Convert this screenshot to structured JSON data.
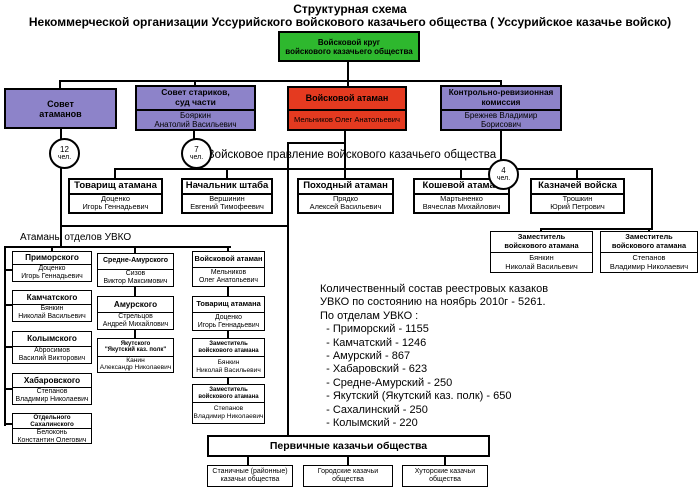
{
  "title": {
    "line1": "Структурная схема",
    "line2": "Некоммерческой организации Уссурийского войскового казачьего общества ( Уссурийское казачье войско)"
  },
  "colors": {
    "green": "#2eb82e",
    "purple": "#8d83c9",
    "red": "#e43a20"
  },
  "top_box": {
    "label": "Войсковой круг\nвойскового казачьего общества"
  },
  "councils": {
    "atamans_council": {
      "label": "Совет\nатаманов",
      "count": "12",
      "unit": "чел."
    },
    "elders_council": {
      "header": "Совет стариков,\nсуд части",
      "name": "Бояркин\nАнатолий Васильевич",
      "count": "7",
      "unit": "чел."
    },
    "war_ataman": {
      "header": "Войсковой атаман",
      "name": "Мельников Олег Анатольевич"
    },
    "audit_commission": {
      "header": "Контрольно-ревизионная\nкомиссия",
      "name": "Брежнев Владимир\nБорисович",
      "count": "4",
      "unit": "чел."
    }
  },
  "board": {
    "label": "Войсковое правление войскового казачьего общества",
    "members": [
      {
        "header": "Товарищ атамана",
        "name": "Доценко\nИгорь Геннадьевич"
      },
      {
        "header": "Начальник штаба",
        "name": "Вершинин\nЕвгений Тимофеевич"
      },
      {
        "header": "Походный атаман",
        "name": "Прядко\nАлексей Васильевич"
      },
      {
        "header": "Кошевой атаман",
        "name": "Мартыненко\nВячеслав Михайлович"
      },
      {
        "header": "Казначей войска",
        "name": "Трошкин\nЮрий Петрович"
      }
    ],
    "deputies": [
      {
        "header": "Заместитель\nвойскового атамана",
        "name": "Бянкин\nНиколай Васильевич"
      },
      {
        "header": "Заместитель\nвойскового атамана",
        "name": "Степанов\nВладимир Николаевич"
      }
    ]
  },
  "districts": {
    "label": "Атаманы отделов УВКО",
    "column1": [
      {
        "header": "Приморского",
        "name": "Доценко\nИгорь Геннадьевич"
      },
      {
        "header": "Камчатского",
        "name": "Бянкин\nНиколай Васильевич"
      },
      {
        "header": "Колымского",
        "name": "Абросимов\nВасилий Викторович"
      },
      {
        "header": "Хабаровского",
        "name": "Степанов\nВладимир Николаевич"
      },
      {
        "header": "Отдельного Сахалинского",
        "name": "Белоконь\nКонстантин Олегович"
      }
    ],
    "column2": [
      {
        "header": "Средне-Амурского",
        "name": "Сизов\nВиктор Максимович"
      },
      {
        "header": "Амурского",
        "name": "Стрельцов\nАндрей Михайлович"
      },
      {
        "header": "Якутского\n\"Якутский каз. полк\"",
        "name": "Канин\nАлександр Николаевич"
      }
    ],
    "column3": [
      {
        "header": "Войсковой атаман",
        "name": "Мельников\nОлег Анатольевич"
      },
      {
        "header": "Товарищ атамана",
        "name": "Доценко\nИгорь Геннадьевич"
      },
      {
        "header": "Заместитель\nвойскового атамана",
        "name": "Бянкин\nНиколай Васильевич"
      },
      {
        "header": "Заместитель\nвойскового атамана",
        "name": "Степанов\nВладимир Николаевич"
      }
    ]
  },
  "stats": {
    "lines": [
      "Количественный состав реестровых казаков",
      "УВКО по состоянию на ноябрь 2010г - 5261.",
      "По отделам УВКО :",
      "  - Приморский - 1155",
      "  - Камчатский - 1246",
      "  - Амурский - 867",
      "  - Хабаровский - 623",
      "  - Средне-Амурский - 250",
      "  - Якутский (Якутский каз. полк) - 650",
      "  - Сахалинский - 250",
      "  - Колымский - 220"
    ]
  },
  "primary": {
    "label": "Первичные казачьи общества",
    "children": [
      "Станичные (районные)\nказачьи общества",
      "Городские казачьи\nобщества",
      "Хуторские казачьи\nобщества"
    ]
  }
}
